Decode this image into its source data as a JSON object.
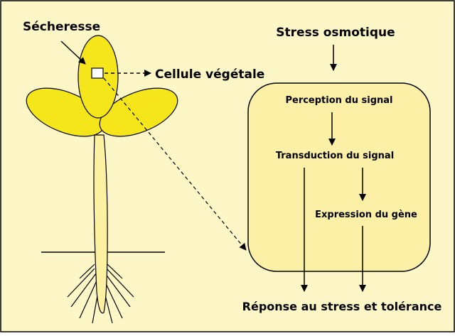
{
  "labels": {
    "drought": "Sécheresse",
    "plant_cell": "Cellule végétale",
    "osmotic_stress": "Stress osmotique",
    "signal_perception": "Perception du signal",
    "signal_transduction": "Transduction du signal",
    "gene_expression": "Expression du gène",
    "response": "Réponse au stress et tolérance"
  },
  "colors": {
    "background": "#fdf6c6",
    "leaf": "#f5e61c",
    "stem": "#fbf1a0",
    "cell_box": "#fbf0a6",
    "stroke": "#000000"
  }
}
